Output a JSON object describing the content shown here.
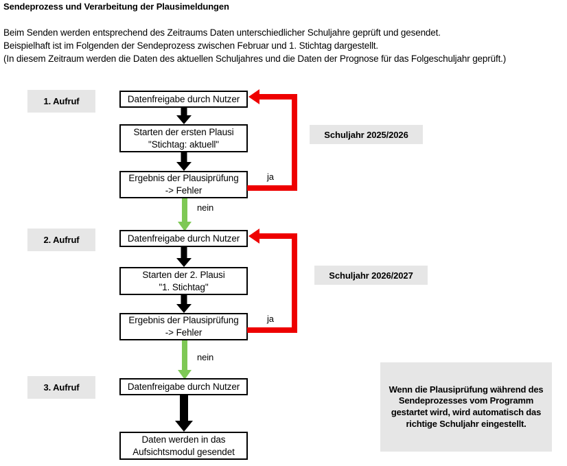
{
  "document": {
    "title": "Sendeprozess und Verarbeitung der Plausimeldungen",
    "intro": {
      "line1": "Beim Senden werden entsprechend des Zeitraums Daten unterschiedlicher Schuljahre geprüft und gesendet.",
      "line2": "Beispielhaft ist im Folgenden der Sendeprozess zwischen Februar und 1. Stichtag dargestellt.",
      "line3": "(In diesem Zeitraum werden die Daten des aktuellen Schuljahres und die Daten der Prognose für das Folgeschuljahr geprüft.)"
    }
  },
  "stage_labels": {
    "call1": "1. Aufruf",
    "call2": "2. Aufruf",
    "call3": "3. Aufruf"
  },
  "school_year_labels": {
    "year1": "Schuljahr 2025/2026",
    "year2": "Schuljahr 2026/2027"
  },
  "flow": {
    "section1": {
      "box_a": {
        "line1": "Datenfreigabe durch Nutzer"
      },
      "box_b": {
        "line1": "Starten der ersten Plausi",
        "line2": "\"Stichtag: aktuell\""
      },
      "box_c": {
        "line1": "Ergebnis der Plausiprüfung",
        "line2": "-> Fehler"
      },
      "edge_yes": "ja",
      "edge_no": "nein"
    },
    "section2": {
      "box_a": {
        "line1": "Datenfreigabe durch Nutzer"
      },
      "box_b": {
        "line1": "Starten der 2. Plausi",
        "line2": "\"1. Stichtag\""
      },
      "box_c": {
        "line1": "Ergebnis der Plausiprüfung",
        "line2": "-> Fehler"
      },
      "edge_yes": "ja",
      "edge_no": "nein"
    },
    "section3": {
      "box_a": {
        "line1": "Datenfreigabe durch Nutzer"
      },
      "box_b": {
        "line1": "Daten werden in das",
        "line2": "Aufsichtsmodul gesendet"
      }
    }
  },
  "note": {
    "text": "Wenn die Plausiprüfung während des Sendeprozesses vom Programm gestartet wird, wird automatisch das richtige Schuljahr eingestellt."
  },
  "colors": {
    "error_loop": "#ee0000",
    "success_path": "#7ec855",
    "label_background": "#e6e6e6",
    "box_border": "#000000"
  }
}
